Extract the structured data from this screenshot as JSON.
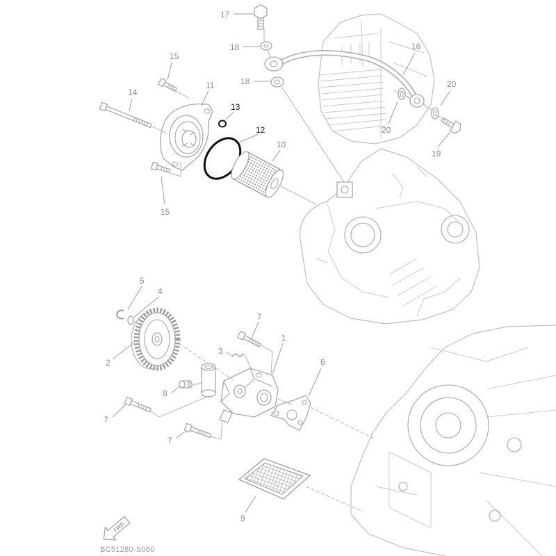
{
  "diagram": {
    "callouts": [
      "17",
      "18",
      "16",
      "15",
      "11",
      "14",
      "18",
      "13",
      "20",
      "12",
      "10",
      "20",
      "19",
      "15",
      "5",
      "4",
      "7",
      "1",
      "3",
      "2",
      "6",
      "8",
      "7",
      "7",
      "9"
    ],
    "fwd_label": "FWD",
    "drawing_code": "BC51280-S060"
  },
  "colors": {
    "line": "#bdbdbd",
    "callout_text": "#8c8c8c",
    "highlighted_parts": "#111111",
    "background": "#ffffff"
  }
}
